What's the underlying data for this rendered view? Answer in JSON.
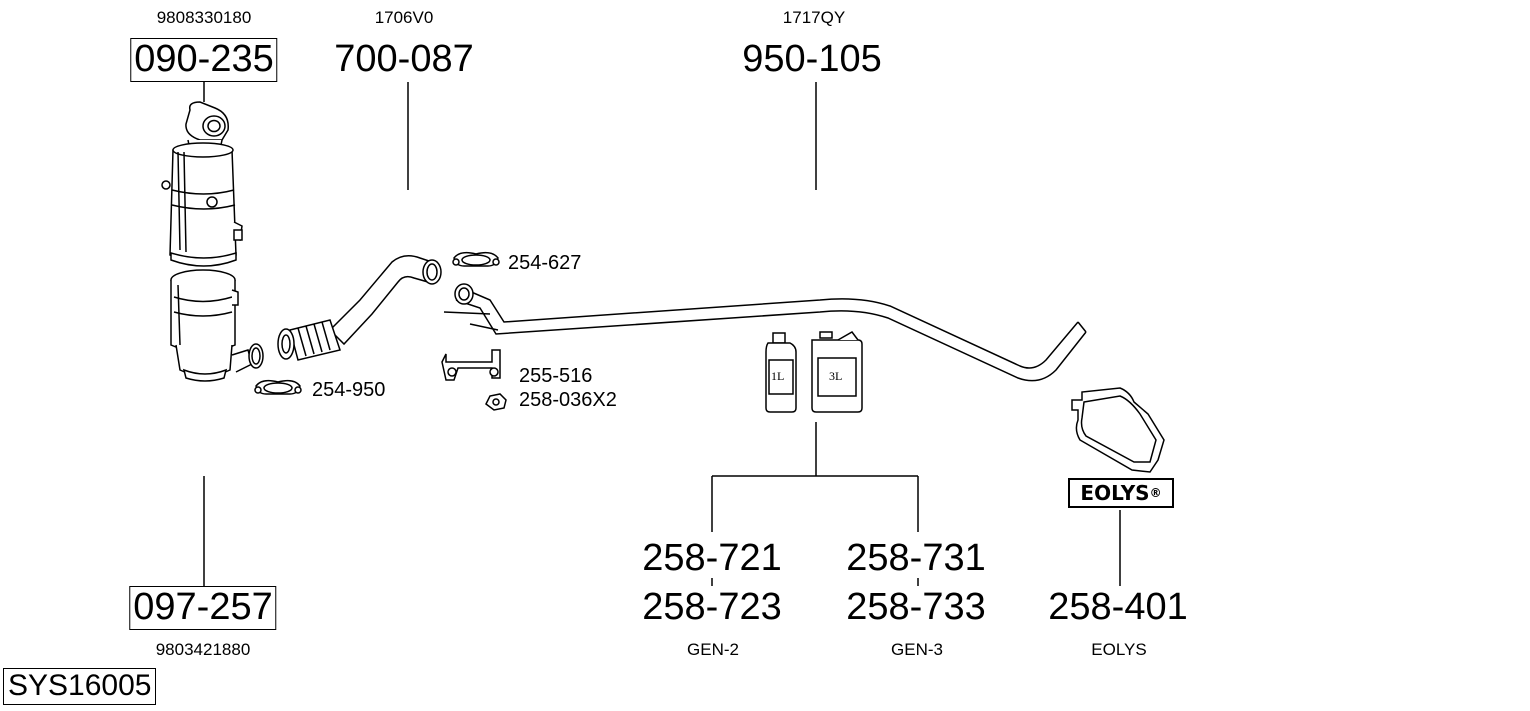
{
  "system_code": "SYS16005",
  "parts": {
    "catalyst_top": {
      "part_no": "090-235",
      "oem": "9808330180"
    },
    "catalyst_bottom": {
      "part_no": "097-257",
      "oem": "9803421880"
    },
    "front_pipe": {
      "part_no": "700-087",
      "oem": "1706V0"
    },
    "tail_pipe": {
      "part_no": "950-105",
      "oem": "1717QY"
    },
    "fluid_1l_gen2": {
      "part_no": "258-721"
    },
    "fluid_3l_gen2": {
      "part_no": "258-723"
    },
    "fluid_1l_gen3": {
      "part_no": "258-731"
    },
    "fluid_3l_gen3": {
      "part_no": "258-733"
    },
    "eolys_bag": {
      "part_no": "258-401"
    }
  },
  "fitting_refs": {
    "clamp_front_pipe": "254-627",
    "clamp_catalyst": "254-950",
    "rubber_mount": "255-516",
    "nut": "258-036X2"
  },
  "group_labels": {
    "gen2": "GEN-2",
    "gen3": "GEN-3",
    "eolys": "EOLYS"
  },
  "container_labels": {
    "small": "1L",
    "large": "3L"
  },
  "eolys_logo": "EOLYS",
  "eolys_logo_mark": "®"
}
